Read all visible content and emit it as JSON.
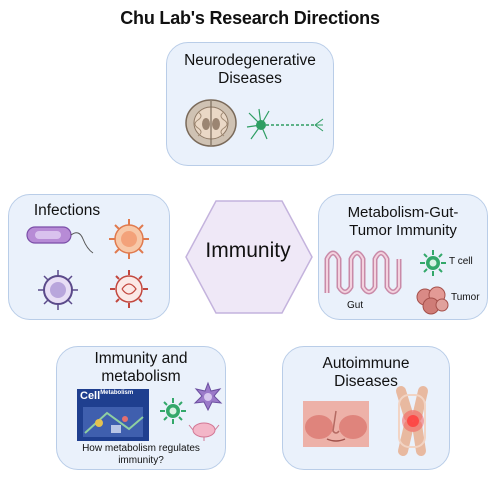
{
  "title": "Chu Lab's Research Directions",
  "center": {
    "label": "Immunity"
  },
  "cards": {
    "neuro": {
      "title_line1": "Neurodegenerative",
      "title_line2": "Diseases"
    },
    "infections": {
      "title": "Infections"
    },
    "metabolism_gut": {
      "title_line1": "Metabolism-Gut-",
      "title_line2": "Tumor Immunity",
      "label_tcell": "T cell",
      "label_gut": "Gut",
      "label_tumor": "Tumor"
    },
    "immunity_metabolism": {
      "title_line1": "Immunity and",
      "title_line2": "metabolism",
      "journal": "Cell",
      "journal_sub": "Metabolism",
      "caption_line1": "How metabolism regulates",
      "caption_line2": "immunity?"
    },
    "autoimmune": {
      "title_line1": "Autoimmune",
      "title_line2": "Diseases"
    }
  },
  "colors": {
    "card_fill": "#eaf1fb",
    "card_border": "#b9cde8",
    "hexagon_fill": "#efe8f7",
    "hexagon_border": "#c4b3dd"
  }
}
